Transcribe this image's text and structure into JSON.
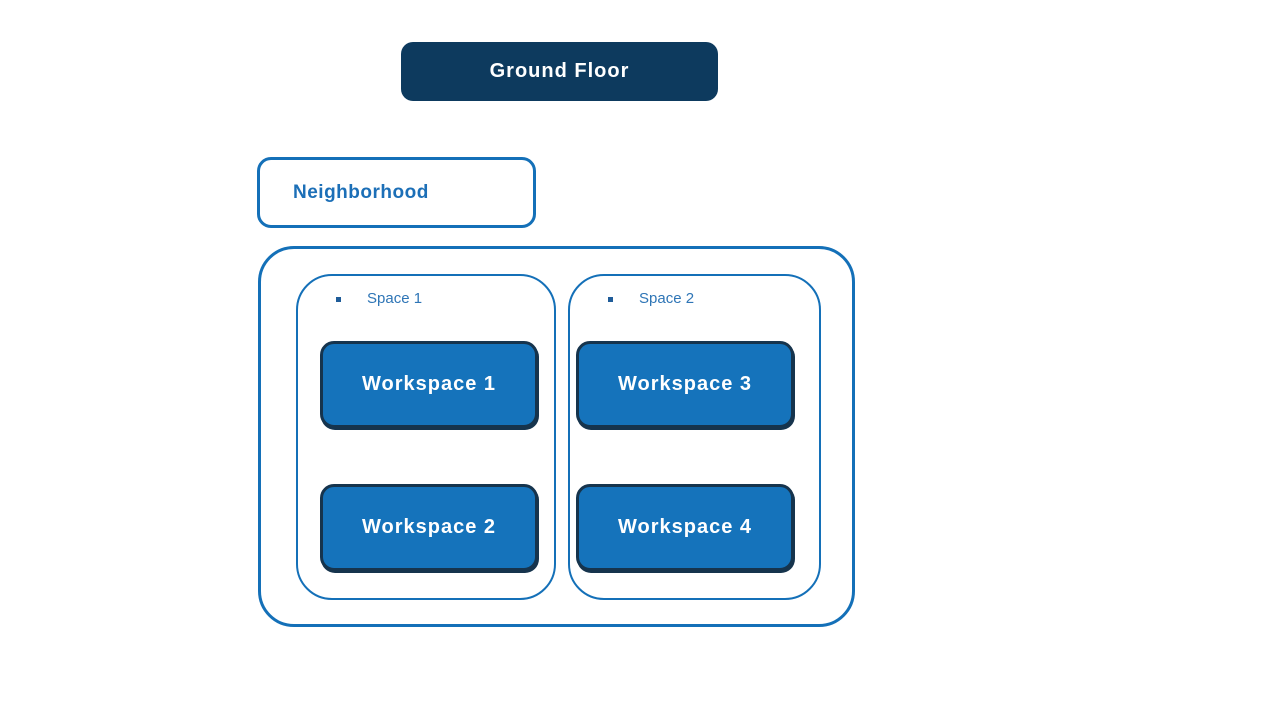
{
  "colors": {
    "navy": "#0d3a5e",
    "node-blue": "#1573bb",
    "border-blue": "#1470b8",
    "label-blue": "#2e75b6",
    "title-blue": "#1c6fb7",
    "ws-border": "#16344d",
    "white": "#ffffff"
  },
  "ground_floor": {
    "label": "Ground Floor"
  },
  "neighborhood": {
    "label": "Neighborhood"
  },
  "spaces": [
    {
      "label": "Space 1",
      "workspaces": [
        "Workspace 1",
        "Workspace 2"
      ]
    },
    {
      "label": "Space 2",
      "workspaces": [
        "Workspace 3",
        "Workspace 4"
      ]
    }
  ]
}
